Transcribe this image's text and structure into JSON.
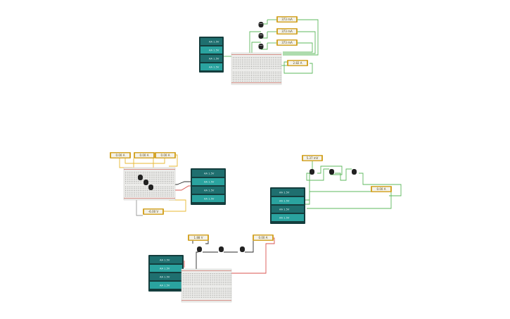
{
  "canvas": {
    "background": "#ffffff"
  },
  "colors": {
    "battery_dark": "#1f6f6f",
    "battery_cell": "#2aa39f",
    "battery_frame": "#143d3d",
    "meter_frame": "#d4a52a",
    "meter_face": "#f4f2ea",
    "wire_green": "#5cb85c",
    "wire_red": "#d9534f",
    "wire_yellow": "#e8b830",
    "wire_black": "#2b2b2b",
    "breadboard": "#ececea",
    "breadboard_rail": "#c0392b"
  },
  "battery_labels": {
    "aa": "AA 1.5V",
    "plus": "+",
    "minus": "-"
  },
  "circuit_top": {
    "meters": [
      "373 mA",
      "373 mA",
      "373 mA",
      "2.82 A"
    ]
  },
  "circuit_left": {
    "meters": [
      "0.00 A",
      "0.00 A",
      "0.00 A",
      "-6.00 V"
    ]
  },
  "circuit_right": {
    "meters": [
      "5.37 mV",
      "0.00 A"
    ]
  },
  "circuit_bottom": {
    "meters": [
      "1.88 V",
      "0.00 A"
    ]
  }
}
